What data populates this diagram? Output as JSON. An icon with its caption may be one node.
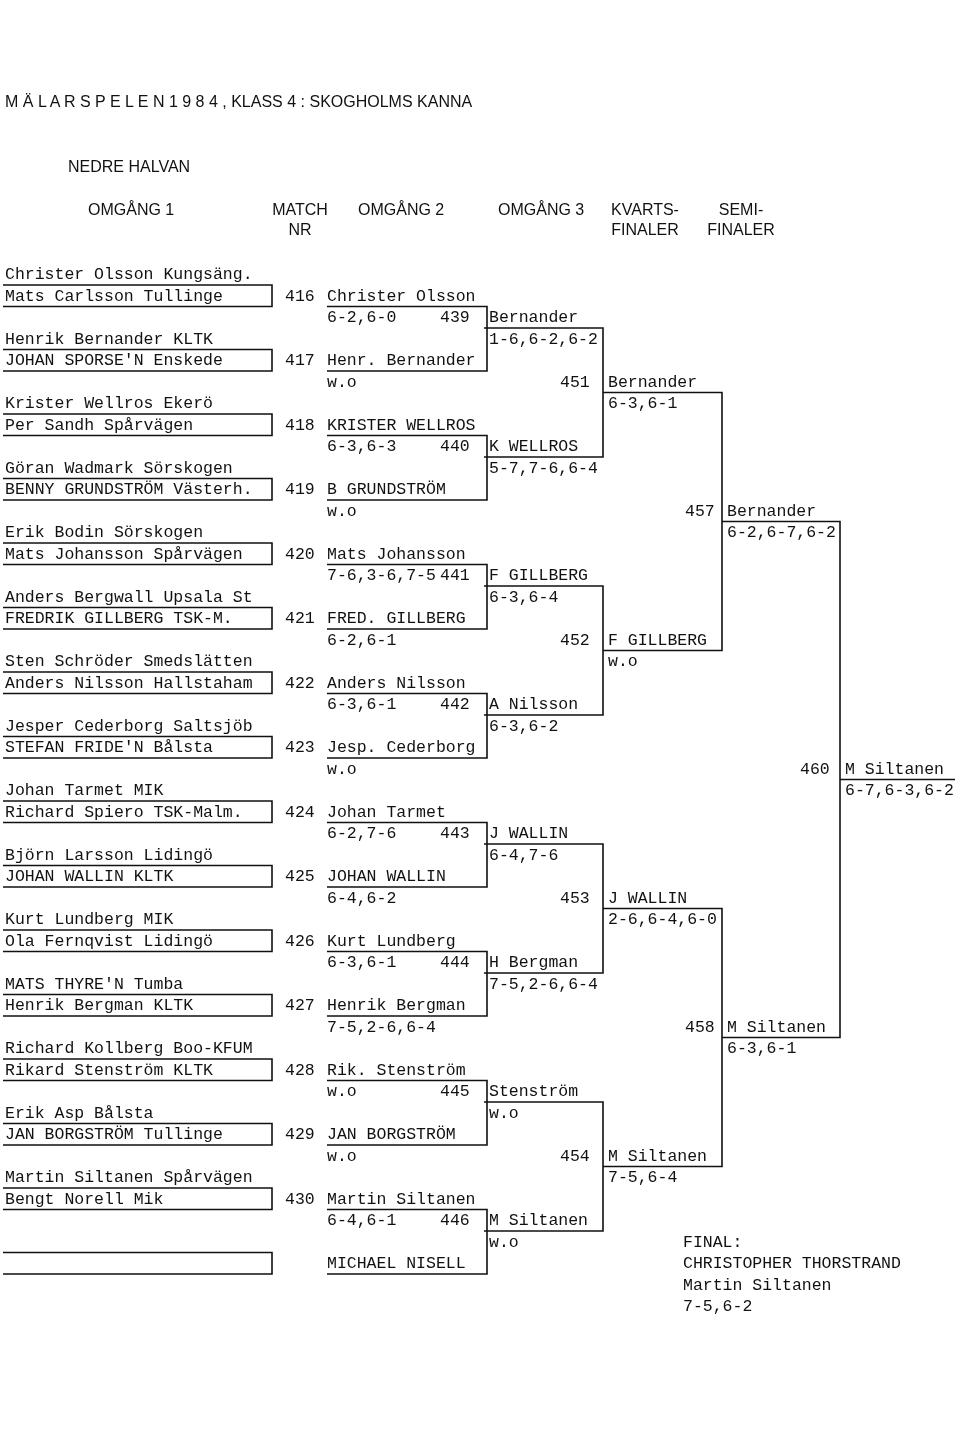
{
  "diagram": {
    "title": "M Ä L A R S P E L E N 1 9 8 4 , KLASS 4 : SKOGHOLMS KANNA",
    "labels": [
      "NEDRE HALVAN",
      "OMGÅNG 1",
      "MATCH NR",
      "OMGÅNG 2",
      "OMGÅNG 3",
      "KVARTS- FINALER",
      "SEMI- FINALER",
      "Christer Olsson Kungsäng.",
      "Mats Carlsson Tullinge",
      "416",
      "Christer Olsson",
      "6-2,6-0",
      "439",
      "Bernander",
      "Henrik Bernander KLTK",
      "1-6,6-2,6-2",
      "JOHAN SPORSE'N Enskede",
      "417",
      "Henr. Bernander",
      "w.o",
      "451",
      "Bernander",
      "Krister Wellros Ekerö",
      "6-3,6-1",
      "Per Sandh Spårvägen",
      "418",
      "KRISTER WELLROS",
      "6-3,6-3",
      "440",
      "K WELLROS",
      "Göran Wadmark Sörskogen",
      "5-7,7-6,6-4",
      "BENNY GRUNDSTRÖM Västerh.",
      "419",
      "B GRUNDSTRÖM",
      "w.o",
      "457",
      "Bernander",
      "Erik Bodin Sörskogen",
      "6-2,6-7,6-2",
      "Mats Johansson Spårvägen",
      "420",
      "Mats Johansson",
      "7-6,3-6,7-5",
      "441",
      "F GILLBERG",
      "Anders Bergwall Upsala St",
      "6-3,6-4",
      "FREDRIK GILLBERG TSK-M.",
      "421",
      "FRED. GILLBERG",
      "6-2,6-1",
      "452",
      "F GILLBERG",
      "Sten Schröder Smedslätten",
      "w.o",
      "Anders Nilsson Hallstaham",
      "422",
      "Anders Nilsson",
      "6-3,6-1",
      "442",
      "A Nilsson",
      "Jesper Cederborg Saltsjöb",
      "6-3,6-2",
      "STEFAN FRIDE'N Bålsta",
      "423",
      "Jesp. Cederborg",
      "w.o",
      "460",
      "M Siltanen",
      "Johan Tarmet MIK",
      "6-7,6-3,6-2",
      "Richard Spiero TSK-Malm.",
      "424",
      "Johan Tarmet",
      "6-2,7-6",
      "443",
      "J WALLIN",
      "Björn Larsson Lidingö",
      "6-4,7-6",
      "JOHAN WALLIN KLTK",
      "425",
      "JOHAN WALLIN",
      "6-4,6-2",
      "453",
      "J WALLIN",
      "Kurt Lundberg MIK",
      "2-6,6-4,6-0",
      "Ola Fernqvist Lidingö",
      "426",
      "Kurt Lundberg",
      "6-3,6-1",
      "444",
      "H Bergman",
      "MATS THYRE'N Tumba",
      "7-5,2-6,6-4",
      "Henrik Bergman KLTK",
      "427",
      "Henrik Bergman",
      "7-5,2-6,6-4",
      "458",
      "M Siltanen",
      "Richard Kollberg Boo-KFUM",
      "6-3,6-1",
      "Rikard Stenström KLTK",
      "428",
      "Rik. Stenström",
      "w.o",
      "445",
      "Stenström",
      "Erik Asp Bålsta",
      "w.o",
      "JAN BORGSTRÖM Tullinge",
      "429",
      "JAN BORGSTRÖM",
      "w.o",
      "454",
      "M Siltanen",
      "Martin Siltanen Spårvägen",
      "7-5,6-4",
      "Bengt Norell Mik",
      "430",
      "Martin Siltanen",
      "6-4,6-1",
      "446",
      "M Siltanen",
      "w.o",
      "FINAL:",
      "MICHAEL NISELL",
      "CHRISTOPHER THORSTRAND",
      "Martin Siltanen",
      "7-5,6-2"
    ]
  }
}
